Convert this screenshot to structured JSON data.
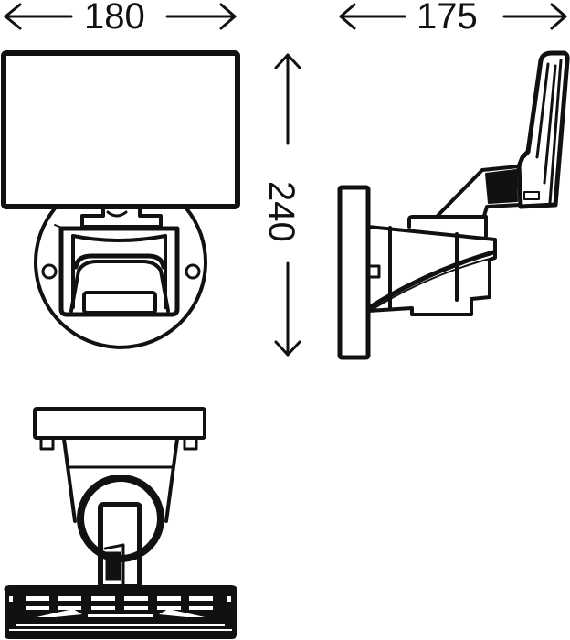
{
  "drawing": {
    "subject": "LED outdoor spotlight with motion sensor — dimension drawing",
    "views": [
      "front-view",
      "side-view",
      "top-view"
    ],
    "line_color": "#111111",
    "background": "#ffffff"
  },
  "dimensions": {
    "width": {
      "value": "180",
      "orientation": "horizontal"
    },
    "depth": {
      "value": "175",
      "orientation": "horizontal"
    },
    "height": {
      "value": "240",
      "orientation": "vertical"
    }
  }
}
